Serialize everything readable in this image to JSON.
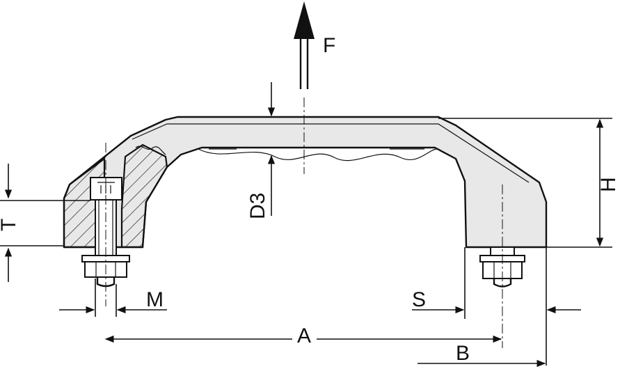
{
  "labels": {
    "force": "F",
    "height": "H",
    "depth_t": "T",
    "diameter": "D3",
    "thread": "M",
    "wall": "S",
    "span_a": "A",
    "span_b": "B"
  },
  "colors": {
    "line": "#111111",
    "fill": "#e8e8e8",
    "background": "#ffffff"
  }
}
